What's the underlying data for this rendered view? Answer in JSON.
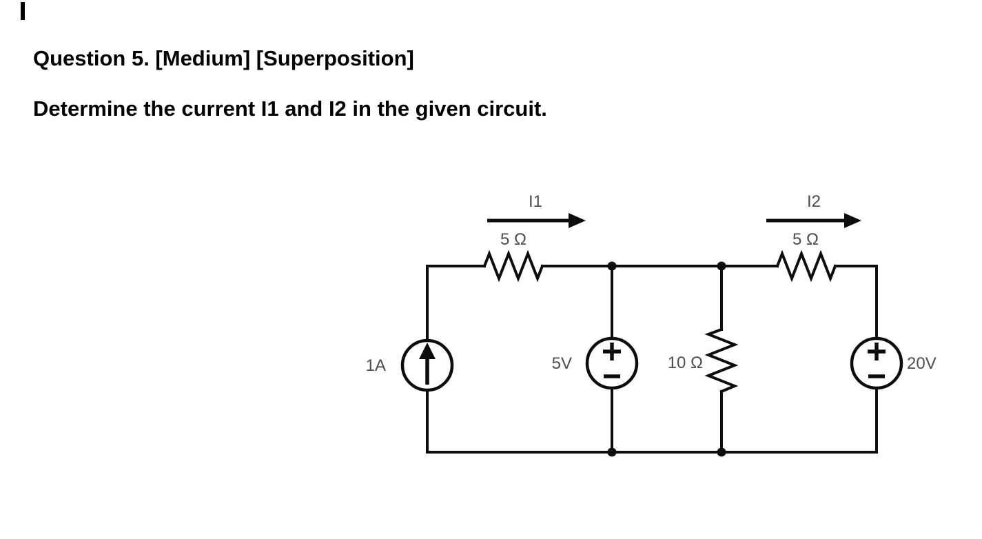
{
  "question": {
    "title": "Question 5. [Medium] [Superposition]",
    "prompt": "Determine the current I1 and I2 in the given circuit."
  },
  "circuit": {
    "currents": {
      "i1": "I1",
      "i2": "I2"
    },
    "components": {
      "current_source": "1A",
      "resistor_top_left": "5 Ω",
      "voltage_source_middle": "5V",
      "resistor_shunt": "10 Ω",
      "resistor_top_right": "5 Ω",
      "voltage_source_right": "20V"
    },
    "icons": {
      "current_source_symbol": "up-arrow-in-circle-icon",
      "voltage_source_symbol": "plus-minus-in-circle-icon"
    },
    "colors": {
      "wire": "#0d0d0d",
      "label": "#4d4d4d",
      "background": "#ffffff"
    }
  }
}
